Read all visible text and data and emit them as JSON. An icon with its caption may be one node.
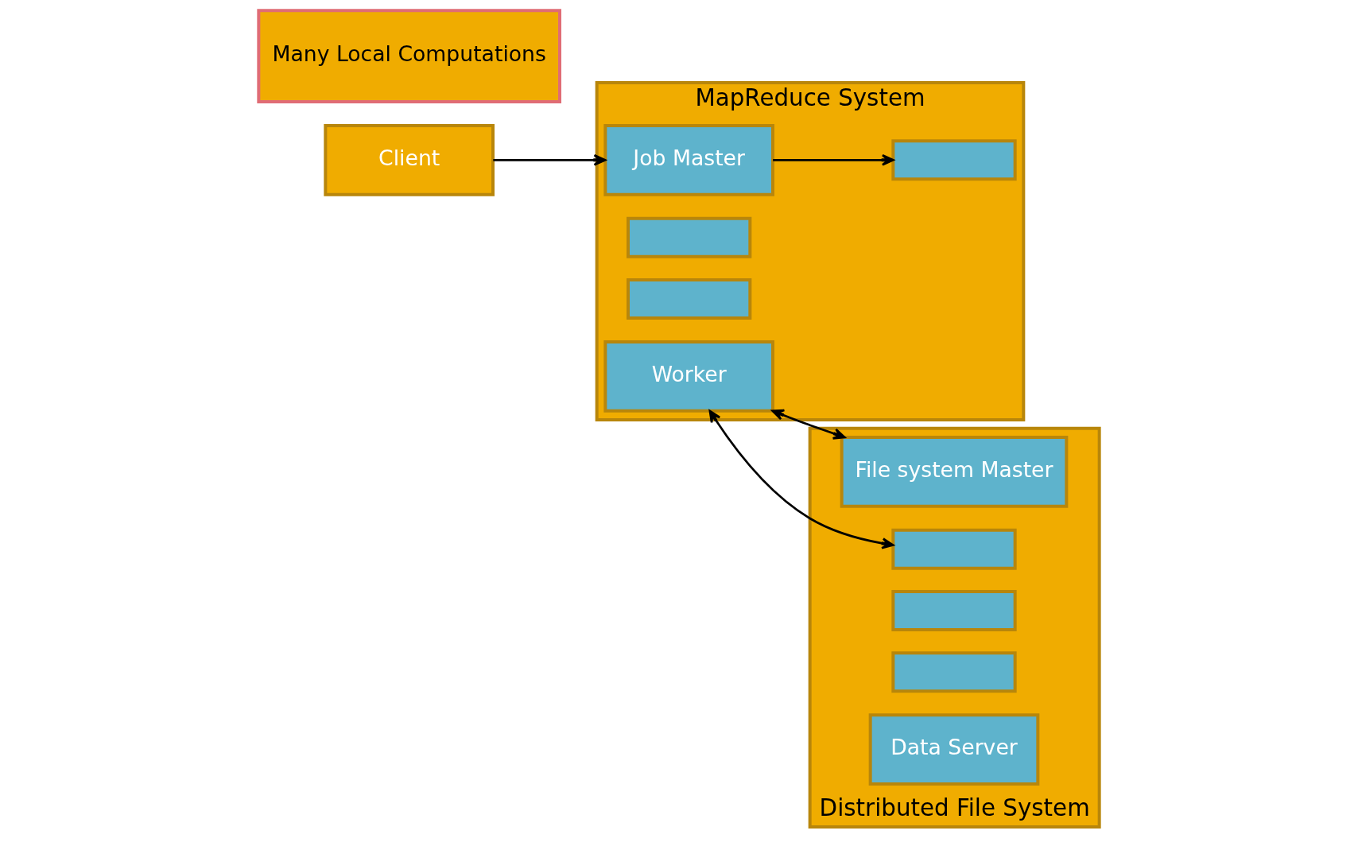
{
  "diagram": {
    "nodes": [
      {
        "text": [
          "Client"
        ]
      },
      {
        "text": [
          "MapReduce System"
        ]
      },
      {
        "text": [
          "Job Master"
        ],
        "in": 1
      },
      {
        "text": [],
        "shape": "box",
        "in": 1
      },
      {
        "text": [],
        "shape": "box",
        "in": 1
      },
      {
        "text": [],
        "shape": "box",
        "in": 1
      },
      {
        "text": [
          "Worker"
        ],
        "in": 1
      },
      {
        "text": [
          "Many Local Computations"
        ]
      },
      {
        "text": [
          "Distributed File System"
        ]
      },
      {
        "text": [
          "File system Master"
        ],
        "in": 8
      },
      {
        "text": [],
        "shape": "box",
        "in": 8
      },
      {
        "text": [],
        "shape": "box",
        "in": 8
      },
      {
        "text": [],
        "shape": "box",
        "in": 8
      },
      {
        "text": [
          "Data Server"
        ],
        "in": 8
      }
    ],
    "edges": [
      {
        "from": 0,
        "to": 2,
        "arrow": "to"
      },
      {
        "from": 2,
        "to": 3,
        "arrow": "to"
      },
      {
        "from": 6,
        "to": 9,
        "arrow": "both"
      },
      {
        "from": 6,
        "to": 10,
        "arrow": "both"
      }
    ]
  }
}
